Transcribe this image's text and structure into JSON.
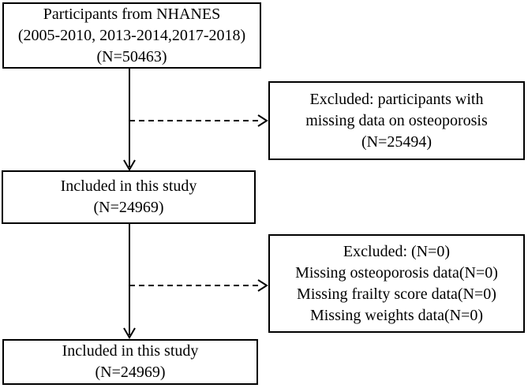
{
  "figure": {
    "type": "participant-flow-diagram",
    "background_color": "#ffffff",
    "box_border_color": "#000000",
    "text_color": "#000000",
    "arrow_color": "#000000"
  },
  "flow": {
    "box_nhanes": {
      "lines": [
        "Participants from NHANES",
        "(2005-2010, 2013-2014,2017-2018)",
        "(N=50463)"
      ]
    },
    "box_excluded_1": {
      "lines": [
        "Excluded: participants with",
        "missing data on osteoporosis",
        "(N=25494)"
      ]
    },
    "box_included_1": {
      "lines": [
        "Included in this study",
        "(N=24969)"
      ]
    },
    "box_excluded_2": {
      "lines": [
        "Excluded: (N=0)",
        "Missing osteoporosis data(N=0)",
        "Missing frailty score data(N=0)",
        "Missing weights data(N=0)"
      ]
    },
    "box_included_2": {
      "lines": [
        "Included in this study",
        "(N=24969)"
      ]
    },
    "connectors": [
      {
        "from": "box_nhanes",
        "to": "box_included_1",
        "style": "solid",
        "direction": "down"
      },
      {
        "from": "arrow_1",
        "to": "box_excluded_1",
        "style": "dashed",
        "direction": "right"
      },
      {
        "from": "box_included_1",
        "to": "box_included_2",
        "style": "solid",
        "direction": "down"
      },
      {
        "from": "arrow_2",
        "to": "box_excluded_2",
        "style": "dashed",
        "direction": "right"
      }
    ]
  }
}
